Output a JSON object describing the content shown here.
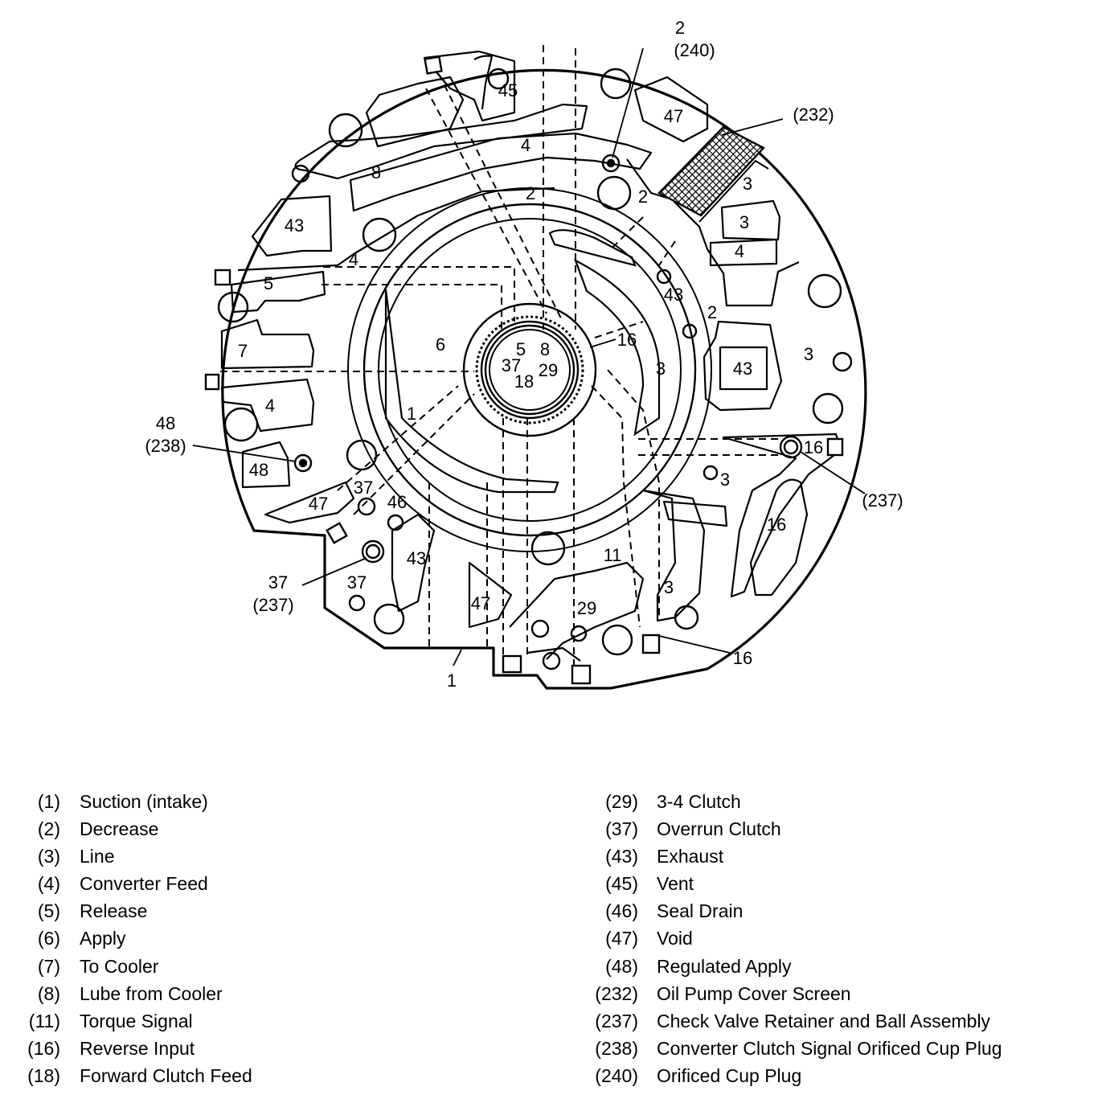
{
  "diagram": {
    "passage_labels": [
      {
        "id": "p45",
        "text": "45"
      },
      {
        "id": "p47a",
        "text": "47"
      },
      {
        "id": "p4a",
        "text": "4"
      },
      {
        "id": "p8",
        "text": "8"
      },
      {
        "id": "p2a",
        "text": "2"
      },
      {
        "id": "p2b",
        "text": "2"
      },
      {
        "id": "p3a",
        "text": "3"
      },
      {
        "id": "p3b",
        "text": "3"
      },
      {
        "id": "p4b",
        "text": "4"
      },
      {
        "id": "p43a",
        "text": "43"
      },
      {
        "id": "p4c",
        "text": "4"
      },
      {
        "id": "p5",
        "text": "5"
      },
      {
        "id": "p43b",
        "text": "43"
      },
      {
        "id": "p2c",
        "text": "2"
      },
      {
        "id": "p7",
        "text": "7"
      },
      {
        "id": "p3c",
        "text": "3"
      },
      {
        "id": "p43c",
        "text": "43"
      },
      {
        "id": "p3d",
        "text": "3"
      },
      {
        "id": "p6",
        "text": "6"
      },
      {
        "id": "p16a",
        "text": "16"
      },
      {
        "id": "c5",
        "text": "5"
      },
      {
        "id": "c8",
        "text": "8"
      },
      {
        "id": "c37",
        "text": "37"
      },
      {
        "id": "c29",
        "text": "29"
      },
      {
        "id": "c18",
        "text": "18"
      },
      {
        "id": "p4d",
        "text": "4"
      },
      {
        "id": "p1",
        "text": "1"
      },
      {
        "id": "p48",
        "text": "48"
      },
      {
        "id": "p16b",
        "text": "16"
      },
      {
        "id": "p3e",
        "text": "3"
      },
      {
        "id": "p37a",
        "text": "37"
      },
      {
        "id": "p47b",
        "text": "47"
      },
      {
        "id": "p46",
        "text": "46"
      },
      {
        "id": "p16c",
        "text": "16"
      },
      {
        "id": "p43d",
        "text": "43"
      },
      {
        "id": "p11",
        "text": "11"
      },
      {
        "id": "p37b",
        "text": "37"
      },
      {
        "id": "p47c",
        "text": "47"
      },
      {
        "id": "p29",
        "text": "29"
      },
      {
        "id": "p3f",
        "text": "3"
      }
    ],
    "callouts": [
      {
        "id": "co240a",
        "text": "2"
      },
      {
        "id": "co240b",
        "text": "(240)"
      },
      {
        "id": "co232",
        "text": "(232)"
      },
      {
        "id": "co48a",
        "text": "48"
      },
      {
        "id": "co48b",
        "text": "(238)"
      },
      {
        "id": "co237r",
        "text": "(237)"
      },
      {
        "id": "co37a",
        "text": "37"
      },
      {
        "id": "co37b",
        "text": "(237)"
      },
      {
        "id": "co1",
        "text": "1"
      },
      {
        "id": "co16",
        "text": "16"
      }
    ]
  },
  "legend": {
    "left": [
      {
        "code": "(1)",
        "label": "Suction (intake)"
      },
      {
        "code": "(2)",
        "label": "Decrease"
      },
      {
        "code": "(3)",
        "label": "Line"
      },
      {
        "code": "(4)",
        "label": "Converter Feed"
      },
      {
        "code": "(5)",
        "label": "Release"
      },
      {
        "code": "(6)",
        "label": "Apply"
      },
      {
        "code": "(7)",
        "label": "To Cooler"
      },
      {
        "code": "(8)",
        "label": "Lube from Cooler"
      },
      {
        "code": "(11)",
        "label": "Torque Signal"
      },
      {
        "code": "(16)",
        "label": "Reverse Input"
      },
      {
        "code": "(18)",
        "label": "Forward Clutch Feed"
      }
    ],
    "right": [
      {
        "code": "(29)",
        "label": "3-4 Clutch"
      },
      {
        "code": "(37)",
        "label": "Overrun Clutch"
      },
      {
        "code": "(43)",
        "label": "Exhaust"
      },
      {
        "code": "(45)",
        "label": "Vent"
      },
      {
        "code": "(46)",
        "label": "Seal Drain"
      },
      {
        "code": "(47)",
        "label": "Void"
      },
      {
        "code": "(48)",
        "label": "Regulated Apply"
      },
      {
        "code": "(232)",
        "label": "Oil Pump Cover Screen"
      },
      {
        "code": "(237)",
        "label": "Check Valve Retainer and Ball Assembly"
      },
      {
        "code": "(238)",
        "label": "Converter Clutch Signal Orificed Cup Plug"
      },
      {
        "code": "(240)",
        "label": "Orificed Cup Plug"
      }
    ]
  }
}
